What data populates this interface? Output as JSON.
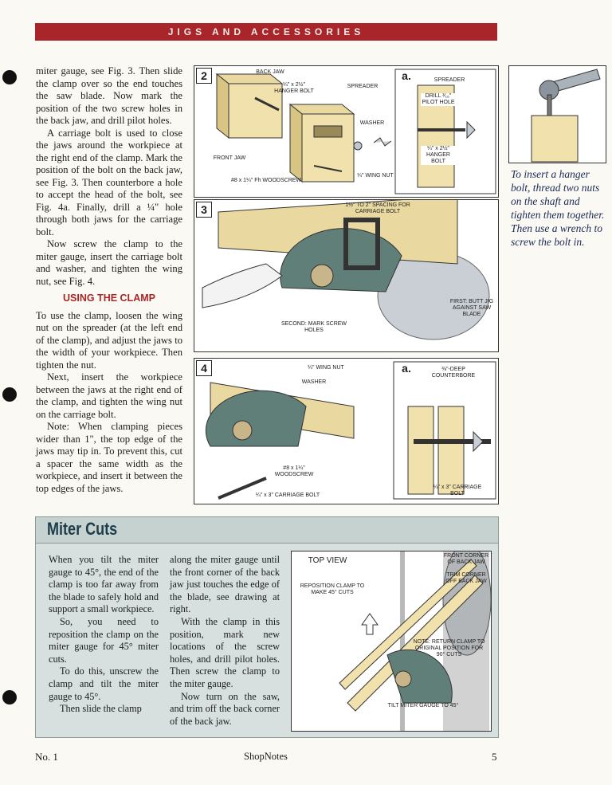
{
  "header": {
    "banner": "JIGS AND ACCESSORIES"
  },
  "left_column": {
    "p1": "miter gauge, see Fig. 3. Then slide the clamp over so the end touches the saw blade. Now mark the position of the two screw holes in the back jaw, and drill pilot holes.",
    "p2": "A carriage bolt is used to close the jaws around the workpiece at the right end of the clamp. Mark the position of the bolt on the back jaw, see Fig. 3. Then counterbore a hole to accept the head of the bolt, see Fig. 4a. Finally, drill a ¼\" hole through both jaws for the carriage bolt.",
    "p3": "Now screw the clamp to the miter gauge, insert the carriage bolt and washer, and tighten the wing nut, see Fig. 4.",
    "subhead": "USING THE CLAMP",
    "p4": "To use the clamp, loosen the wing nut on the spreader (at the left end of the clamp), and adjust the jaws to the width of your workpiece. Then tighten the nut.",
    "p5": "Next, insert the workpiece between the jaws at the right end of the clamp, and tighten the wing nut on the carriage bolt.",
    "p6": "Note: When clamping pieces wider than 1\", the top edge of the jaws may tip in. To prevent this, cut a spacer the same width as the workpiece, and insert it between the top edges of the jaws."
  },
  "figures": {
    "fig2": {
      "num": "2",
      "back_jaw": "BACK JAW",
      "hanger_bolt": "¼\" x 2½\" HANGER BOLT",
      "spreader": "SPREADER",
      "washer": "WASHER",
      "front_jaw": "FRONT JAW",
      "woodscrew": "#8 x 1¼\" Fh WOODSCREW",
      "wing_nut": "¼\" WING NUT",
      "detail": {
        "letter": "a.",
        "spreader": "SPREADER",
        "drill": "DRILL ³⁄₁₆\" PILOT HOLE",
        "hanger": "¼\" x 2½\" HANGER BOLT"
      }
    },
    "fig3": {
      "num": "3",
      "spacing": "1½\" TO 2\" SPACING FOR CARRIAGE BOLT",
      "first": "FIRST: BUTT JIG AGAINST SAW BLADE",
      "second": "SECOND: MARK SCREW HOLES"
    },
    "fig4": {
      "num": "4",
      "wing_nut": "¼\" WING NUT",
      "washer": "WASHER",
      "woodscrew": "#8 x 1¼\" WOODSCREW",
      "carriage_bolt": "¼\" x 3\" CARRIAGE BOLT",
      "detail": {
        "letter": "a.",
        "counterbore": "⅜\"-DEEP COUNTERBORE",
        "carriage": "¼\" x 3\" CARRIAGE BOLT"
      }
    }
  },
  "side_caption": "To insert a hanger bolt, thread two nuts on the shaft and tighten them together. Then use a wrench to screw the bolt in.",
  "miter_section": {
    "title": "Miter Cuts",
    "col1_p1": "When you tilt the miter gauge to 45°, the end of the clamp is too far away from the blade to safely hold and support a small workpiece.",
    "col1_p2": "So, you need to reposition the clamp on the miter gauge for 45° miter cuts.",
    "col1_p3": "To do this, unscrew the clamp and tilt the miter gauge to 45°.",
    "col1_p4": "Then slide the clamp",
    "col2_p1": "along the miter gauge until the front corner of the back jaw just touches the edge of the blade, see drawing at right.",
    "col2_p2": "With the clamp in this position, mark new locations of the screw holes, and drill pilot holes. Then screw the clamp to the miter gauge.",
    "col2_p3": "Now turn on the saw, and trim off the back corner of the back jaw.",
    "diagram": {
      "top_view": "TOP VIEW",
      "reposition": "REPOSITION CLAMP TO MAKE 45° CUTS",
      "front_corner": "FRONT CORNER OF BACK JAW",
      "trim_corner": "TRIM CORNER OFF BACK JAW",
      "note": "NOTE: RETURN CLAMP TO ORIGINAL POSITION FOR 90° CUTS",
      "tilt": "TILT MITER GAUGE TO 45°"
    }
  },
  "footer": {
    "issue": "No. 1",
    "magazine": "ShopNotes",
    "page": "5"
  }
}
